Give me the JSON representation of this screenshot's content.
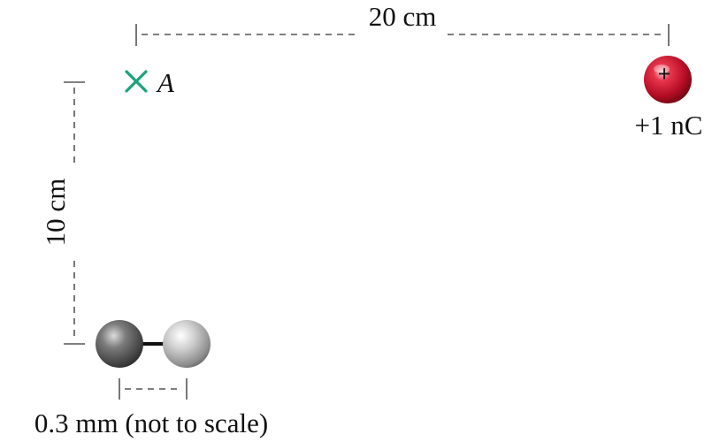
{
  "diagram": {
    "labels": {
      "horizontal_distance": "20 cm",
      "vertical_distance": "10 cm",
      "dipole_separation": "0.3 mm (not to scale)",
      "point_label": "A",
      "charge_label": "+1 nC",
      "charge_sign": "+"
    },
    "colors": {
      "point_marker": "#1aa37a",
      "charge_ball": "#c8102e",
      "dimension_line": "#555555",
      "dipole_ball_dark": "#5e5e5e",
      "dipole_ball_light": "#bdbdbd"
    },
    "icons": {
      "point_marker": "x-mark-icon",
      "charge": "positive-charge-icon",
      "dipole": "dipole-icon"
    }
  }
}
